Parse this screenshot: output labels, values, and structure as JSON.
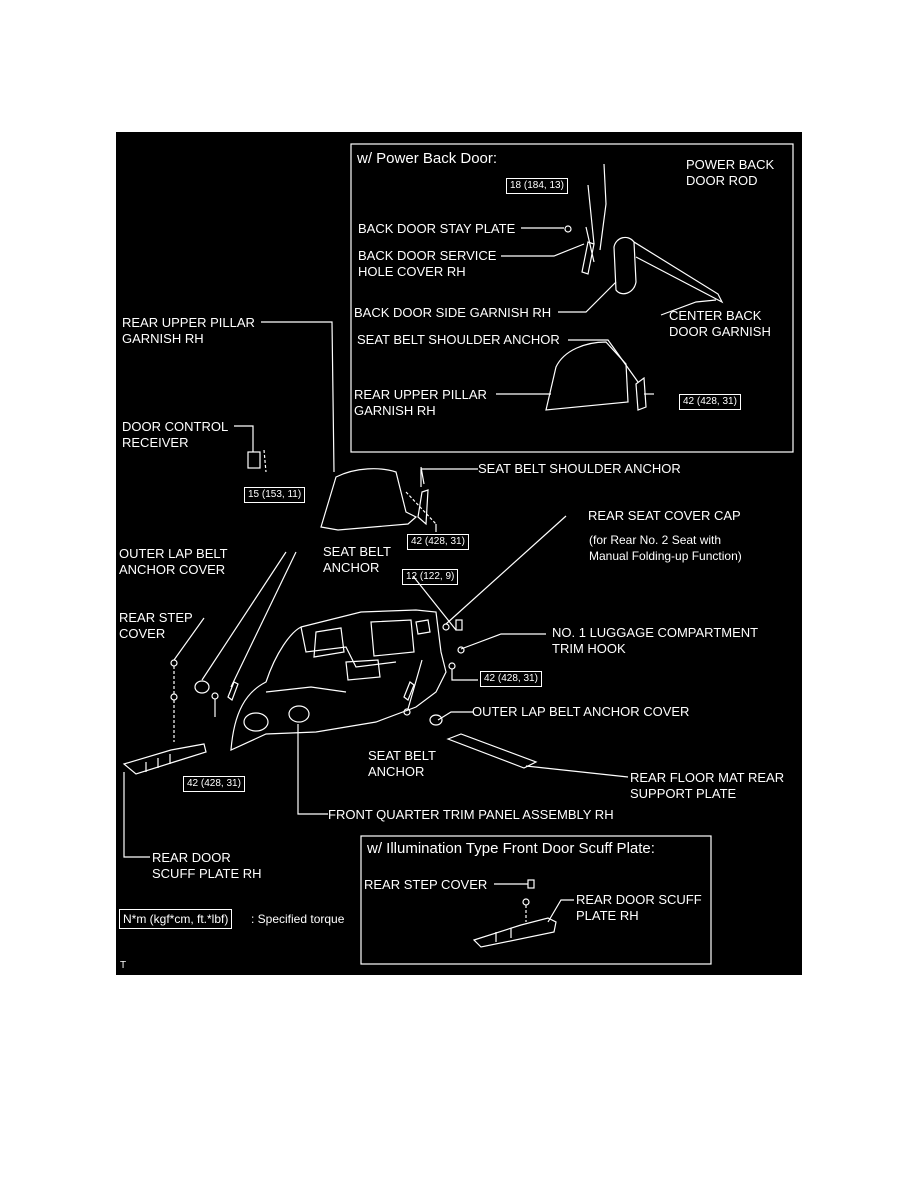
{
  "insets": {
    "power_back_door": "w/ Power Back Door:",
    "illumination_scuff": "w/ Illumination Type Front Door Scuff Plate:"
  },
  "labels": {
    "power_back_door_rod": "POWER BACK\nDOOR ROD",
    "back_door_stay_plate": "BACK DOOR STAY PLATE",
    "back_door_service_hole_cover": "BACK DOOR SERVICE\nHOLE COVER RH",
    "back_door_side_garnish": "BACK DOOR SIDE GARNISH RH",
    "center_back_door_garnish": "CENTER BACK\nDOOR GARNISH",
    "seat_belt_shoulder_anchor_inset": "SEAT BELT SHOULDER ANCHOR",
    "rear_upper_pillar_garnish_inset": "REAR UPPER PILLAR\nGARNISH RH",
    "rear_upper_pillar_garnish": "REAR UPPER PILLAR\nGARNISH RH",
    "door_control_receiver": "DOOR CONTROL\nRECEIVER",
    "seat_belt_shoulder_anchor": "SEAT BELT SHOULDER ANCHOR",
    "rear_seat_cover_cap": "REAR SEAT COVER CAP",
    "rear_seat_cover_cap_note": "(for Rear No. 2 Seat with\nManual Folding-up Function)",
    "outer_lap_belt_anchor_cover_left": "OUTER LAP BELT\nANCHOR COVER",
    "seat_belt_anchor_top": "SEAT BELT\nANCHOR",
    "rear_step_cover": "REAR STEP\nCOVER",
    "no1_luggage_trim_hook": "NO. 1 LUGGAGE COMPARTMENT\nTRIM HOOK",
    "outer_lap_belt_anchor_cover_right": "OUTER LAP BELT ANCHOR COVER",
    "seat_belt_anchor_bottom": "SEAT BELT\nANCHOR",
    "rear_floor_mat_support_plate": "REAR FLOOR MAT REAR\nSUPPORT PLATE",
    "front_quarter_trim_panel": "FRONT QUARTER TRIM PANEL ASSEMBLY RH",
    "rear_door_scuff_plate": "REAR DOOR\nSCUFF PLATE RH",
    "rear_step_cover_inset": "REAR STEP COVER",
    "rear_door_scuff_plate_inset": "REAR DOOR SCUFF\nPLATE RH",
    "figure_code": "T"
  },
  "torques": {
    "t1": "18 (184, 13)",
    "t2": "42 (428, 31)",
    "t3": "15 (153, 11)",
    "t4": "42 (428, 31)",
    "t5": "12 (122, 9)",
    "t6": "42 (428, 31)",
    "t7": "42 (428, 31)"
  },
  "legend": {
    "unit": "N*m (kgf*cm, ft.*lbf)",
    "text": ": Specified torque"
  }
}
